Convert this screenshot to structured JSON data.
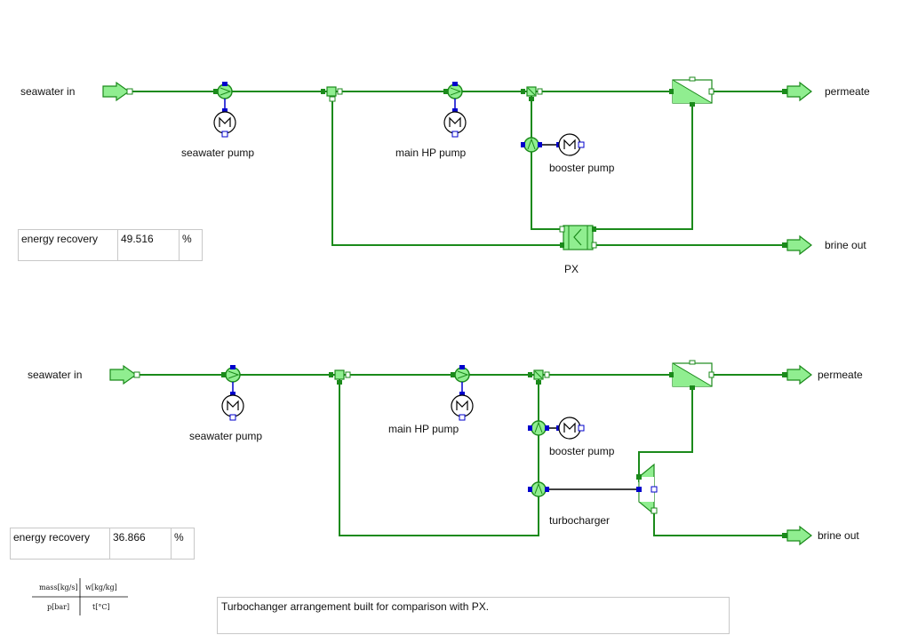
{
  "colors": {
    "pipe": "#1b8a1b",
    "fill": "#90ee90",
    "port": "#0000cc",
    "signal": "#000000",
    "border": "#c8c8c8"
  },
  "top": {
    "inlet_label": "seawater in",
    "permeate_label": "permeate",
    "brine_label": "brine out",
    "seawater_pump_label": "seawater pump",
    "hp_pump_label": "main HP pump",
    "booster_pump_label": "booster pump",
    "px_label": "PX",
    "result": {
      "label": "energy recovery",
      "value": "49.516",
      "unit": "%"
    }
  },
  "bottom": {
    "inlet_label": "seawater in",
    "permeate_label": "permeate",
    "brine_label": "brine out",
    "seawater_pump_label": "seawater pump",
    "hp_pump_label": "main HP pump",
    "booster_pump_label": "booster pump",
    "turbocharger_label": "turbocharger",
    "result": {
      "label": "energy recovery",
      "value": "36.866",
      "unit": "%"
    }
  },
  "legend": {
    "top_left": "mass[kg/s]",
    "top_right": "w[kg/kg]",
    "bottom_left": "p[bar]",
    "bottom_right": "t[°C]"
  },
  "note": "Turbochanger arrangement built for comparison with PX."
}
